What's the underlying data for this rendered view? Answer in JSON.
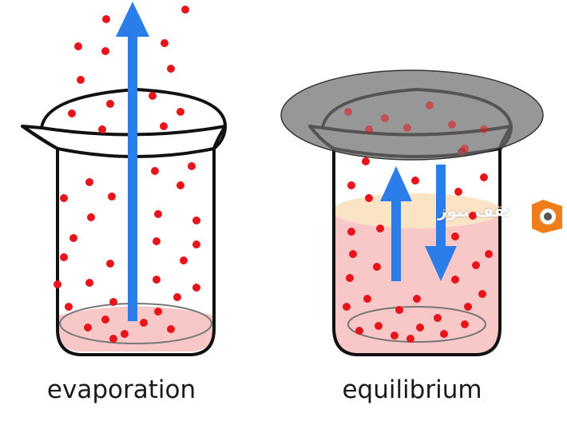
{
  "panels": [
    {
      "caption": "evaporation"
    },
    {
      "caption": "equilibrium"
    }
  ],
  "watermark_text": "ثقف نيوز",
  "colors": {
    "particle": "#e8141b",
    "arrow": "#2b7de9",
    "liquid": "#f8c8c8",
    "lid": "#7a7a7a",
    "outline": "#111111",
    "logo_orange": "#f07d19"
  },
  "icons": [
    "beaker-icon",
    "lid-icon",
    "arrow-up-icon",
    "arrow-down-icon",
    "camera-logo-icon"
  ]
}
